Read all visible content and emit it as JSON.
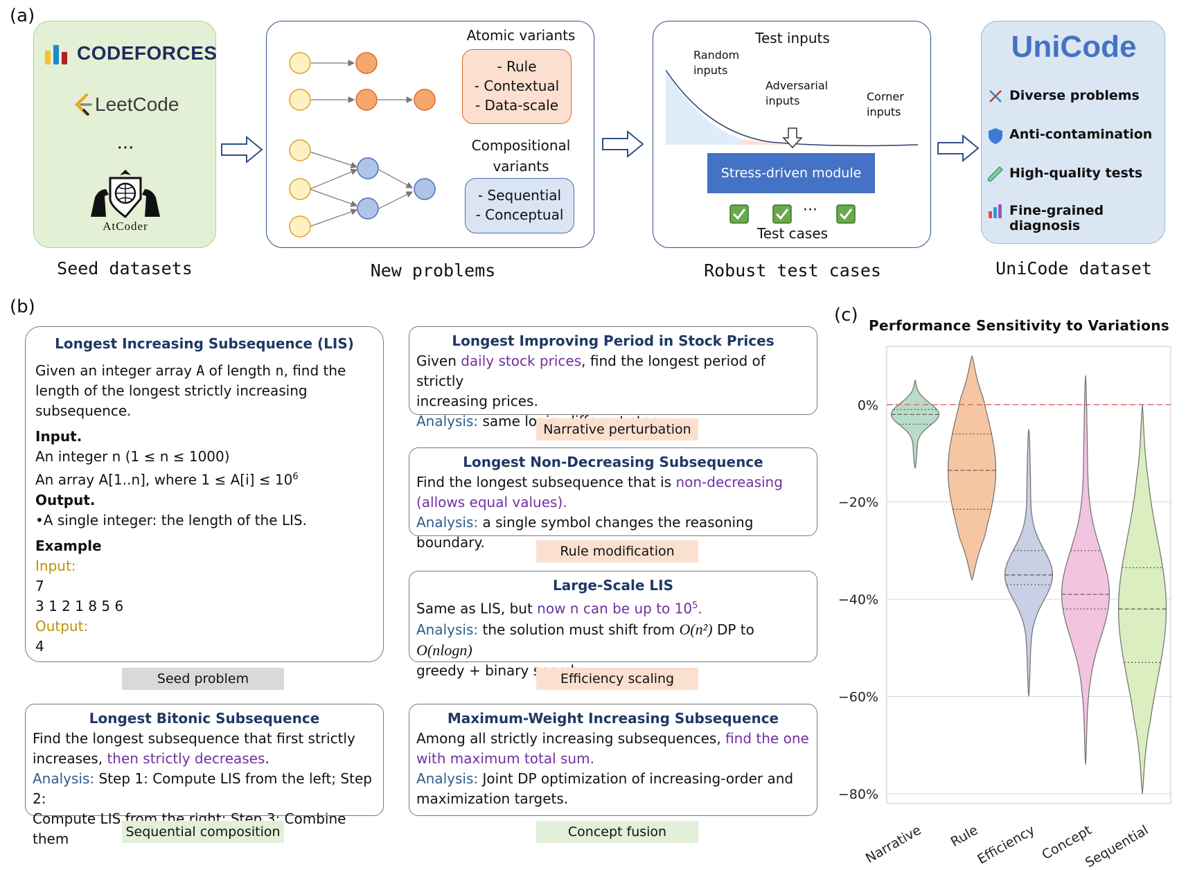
{
  "panels": {
    "a": "(a)",
    "b": "(b)",
    "c": "(c)"
  },
  "seed": {
    "codeforces": "CODEFORCES",
    "leetcode": "LeetCode",
    "dots": "···",
    "atcoder": "AtCoder",
    "caption": "Seed datasets"
  },
  "new_problems": {
    "atomic_title": "Atomic variants",
    "atomic_items": [
      "- Rule",
      "- Contextual",
      "- Data-scale"
    ],
    "comp_title_1": "Compositional",
    "comp_title_2": "variants",
    "comp_items": [
      "- Sequential",
      "- Conceptual"
    ],
    "caption": "New problems"
  },
  "tests": {
    "title": "Test inputs",
    "random": [
      "Random",
      "inputs"
    ],
    "adversarial": [
      "Adversarial",
      "inputs"
    ],
    "corner": [
      "Corner",
      "inputs"
    ],
    "module": "Stress-driven module",
    "dots": "···",
    "cases": "Test cases",
    "caption": "Robust test cases"
  },
  "unicode": {
    "logo": "UniCode",
    "features": [
      "Diverse problems",
      "Anti-contamination",
      "High-quality tests",
      "Fine-grained diagnosis"
    ],
    "caption": "UniCode dataset"
  },
  "seed_problem": {
    "title": "Longest Increasing Subsequence (LIS)",
    "desc_1": "Given an integer array ",
    "desc_A": "A",
    "desc_2": " of length ",
    "desc_n": "n",
    "desc_3": ", find the",
    "desc_line2": "length of the longest strictly increasing",
    "desc_line3": "subsequence.",
    "input_h": "Input.",
    "input_1": "An integer n (1 ≤ n ≤ 1000)",
    "input_2": "An array A[1..n], where 1 ≤ A[i] ≤ 10",
    "input_2_sup": "6",
    "output_h": "Output.",
    "output_1": "•A single integer: the length of the LIS.",
    "example_h": "Example",
    "ex_input_label": "Input:",
    "ex_input_1": "7",
    "ex_input_2": "3 1 2 1 8 5 6",
    "ex_output_label": "Output:",
    "ex_output_1": "4",
    "tag": "Seed problem"
  },
  "bitonic": {
    "title": "Longest Bitonic Subsequence",
    "l1": "Find the longest subsequence that first strictly",
    "l2a": "increases, ",
    "l2b": "then strictly decreases",
    "l2c": ".",
    "an_label": "Analysis:",
    "l3": " Step 1: Compute LIS from the left; Step 2:",
    "l4": "Compute LIS from the right; Step 3: Combine them",
    "tag": "Sequential composition"
  },
  "stock": {
    "title": "Longest Improving Period in Stock Prices",
    "l1a": "Given ",
    "l1b": "daily stock prices",
    "l1c": ", find the longest period of strictly",
    "l2": "increasing prices.",
    "an_label": "Analysis:",
    "l3": " same logic, different story",
    "tag": "Narrative perturbation"
  },
  "nondec": {
    "title": "Longest Non-Decreasing Subsequence",
    "l1a": "Find the longest subsequence that is ",
    "l1b": "non-decreasing",
    "l2": "(allows equal values).",
    "an_label": "Analysis:",
    "l3": " a single symbol changes the reasoning boundary.",
    "tag": "Rule modification"
  },
  "largescale": {
    "title": "Large-Scale LIS",
    "l1a": "Same as LIS, but ",
    "l1b": "now n can be up to 10",
    "l1sup": "5",
    "l1c": ".",
    "an_label": "Analysis:",
    "l2a": " the solution must shift from ",
    "l2b": "O(n²)",
    "l2c": " DP to ",
    "l2d": "O(nlogn)",
    "l3": "greedy + binary search.",
    "tag": "Efficiency scaling"
  },
  "maxweight": {
    "title": "Maximum-Weight Increasing Subsequence",
    "l1a": "Among all strictly increasing subsequences, ",
    "l1b": "find the one",
    "l2": "with maximum total sum.",
    "an_label": "Analysis:",
    "l3": " Joint DP optimization of increasing-order and",
    "l4": "maximization targets.",
    "tag": "Concept fusion"
  },
  "chart_data": {
    "type": "violin",
    "title": "Performance Sensitivity to Variations",
    "categories": [
      "Narrative",
      "Rule",
      "Efficiency",
      "Concept",
      "Sequential"
    ],
    "ylim": [
      -82,
      12
    ],
    "yticks": [
      0,
      -20,
      -40,
      -60,
      -80
    ],
    "ytick_labels": [
      "0%",
      "−20%",
      "−40%",
      "−60%",
      "−80%"
    ],
    "reference_line": 0,
    "reference_color": "#e06666",
    "grid": true,
    "colors": [
      "#b7dcc8",
      "#f6c6a2",
      "#c9cfe4",
      "#f2c4e0",
      "#dbeec0"
    ],
    "series": [
      {
        "name": "Narrative",
        "min": -13,
        "max": 5,
        "q1": -4,
        "median": -2,
        "q3": -1
      },
      {
        "name": "Rule",
        "min": -36,
        "max": 10,
        "q1": -21.5,
        "median": -13.5,
        "q3": -6
      },
      {
        "name": "Efficiency",
        "min": -60,
        "max": -5,
        "q1": -37,
        "median": -35,
        "q3": -30
      },
      {
        "name": "Concept",
        "min": -74,
        "max": 6,
        "q1": -42,
        "median": -39,
        "q3": -30
      },
      {
        "name": "Sequential",
        "min": -80,
        "max": 0,
        "q1": -53,
        "median": -42,
        "q3": -33.5
      }
    ]
  }
}
